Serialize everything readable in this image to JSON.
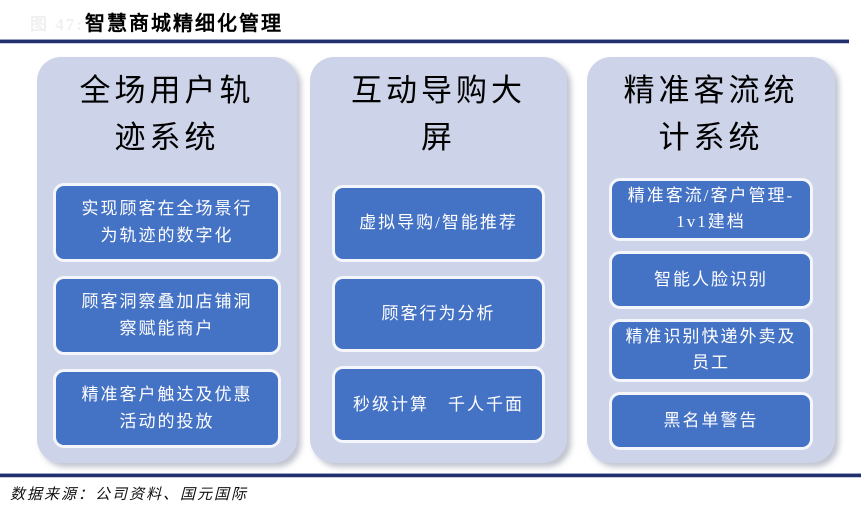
{
  "page": {
    "watermark": "图 47:",
    "title": "智慧商城精细化管理",
    "footer_source": "数据来源：公司资料、国元国际"
  },
  "colors": {
    "accent_navy": "#22306b",
    "panel_background": "#cdd3e8",
    "box_background": "#4472c4",
    "box_border": "#f4f6fb",
    "box_text": "#ffffff",
    "title_text": "#000000"
  },
  "columns": [
    {
      "title": "全场用户轨\n迹系统",
      "items": [
        "实现顾客在全场景行\n为轨迹的数字化",
        "顾客洞察叠加店铺洞\n察赋能商户",
        "精准客户触达及优惠\n活动的投放"
      ]
    },
    {
      "title": "互动导购大\n屏",
      "items": [
        "虚拟导购/智能推荐",
        "顾客行为分析",
        "秒级计算　千人千面"
      ]
    },
    {
      "title": "精准客流统\n计系统",
      "items": [
        "精准客流/客户管理-\n1v1建档",
        "智能人脸识别",
        "精准识别快递外卖及\n员工",
        "黑名单警告"
      ]
    }
  ]
}
